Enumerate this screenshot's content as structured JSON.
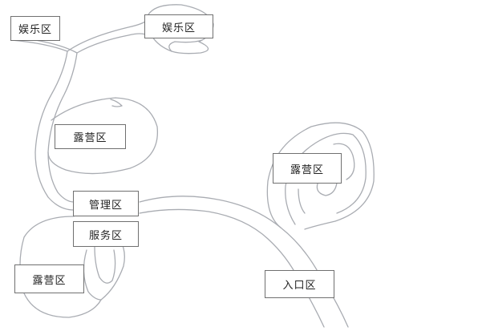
{
  "zones": {
    "entertainment_1": "娱乐区",
    "entertainment_2": "娱乐区",
    "camping_upper": "露营区",
    "camping_right": "露营区",
    "camping_lower": "露营区",
    "management": "管理区",
    "service": "服务区",
    "entrance": "入口区"
  }
}
